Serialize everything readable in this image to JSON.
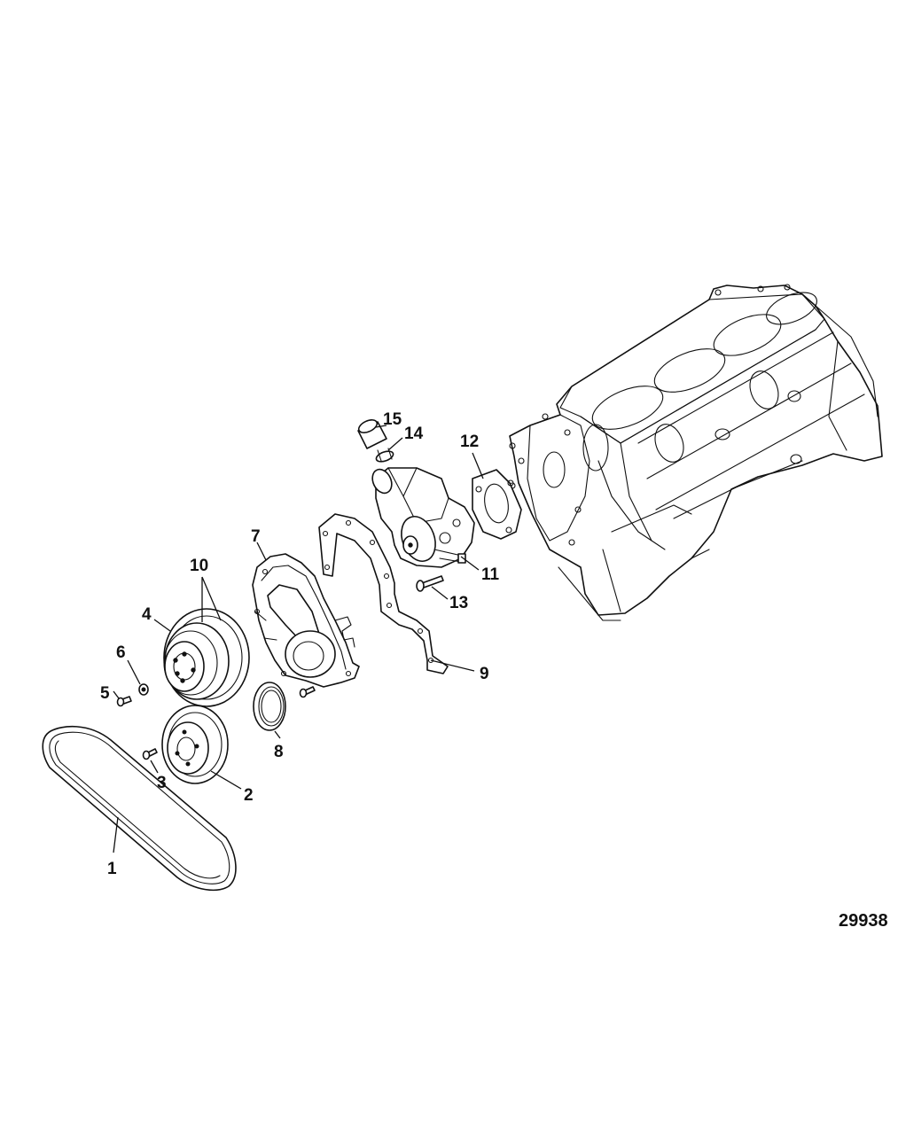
{
  "figure_number": "29938",
  "callouts": [
    "1",
    "2",
    "3",
    "4",
    "5",
    "6",
    "7",
    "8",
    "9",
    "10",
    "11",
    "12",
    "13",
    "14",
    "15"
  ],
  "parts": [
    {
      "ref": "1",
      "name": "drive-belt"
    },
    {
      "ref": "2",
      "name": "crankshaft-pulley"
    },
    {
      "ref": "3",
      "name": "pulley-screw"
    },
    {
      "ref": "4",
      "name": "water-pump-pulley"
    },
    {
      "ref": "5",
      "name": "pulley-screw"
    },
    {
      "ref": "6",
      "name": "washer"
    },
    {
      "ref": "7",
      "name": "timing-cover"
    },
    {
      "ref": "8",
      "name": "front-seal"
    },
    {
      "ref": "9",
      "name": "timing-cover-gasket"
    },
    {
      "ref": "10",
      "name": "cover-screws"
    },
    {
      "ref": "11",
      "name": "water-pump"
    },
    {
      "ref": "12",
      "name": "water-pump-gasket"
    },
    {
      "ref": "13",
      "name": "water-pump-bolt"
    },
    {
      "ref": "14",
      "name": "hose-clamp"
    },
    {
      "ref": "15",
      "name": "hose"
    }
  ]
}
